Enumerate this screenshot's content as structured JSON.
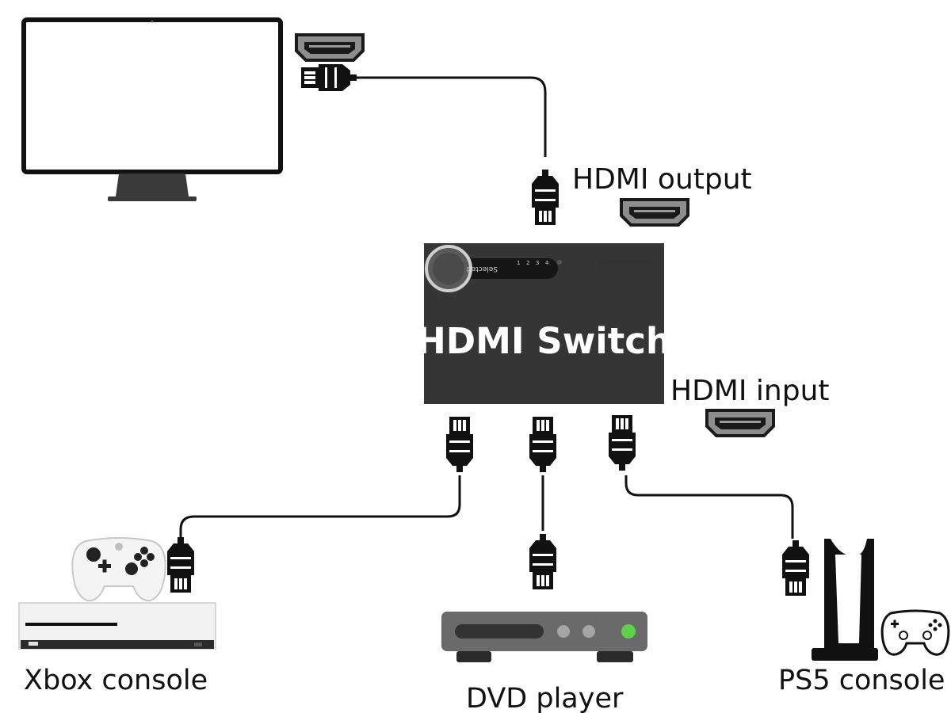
{
  "labels": {
    "hdmi_output": "HDMI output",
    "hdmi_input": "HDMI input",
    "switch_title": "HDMI Switch",
    "xbox": "Xbox console",
    "dvd": "DVD player",
    "ps5": "PS5 console"
  },
  "switch_panel": {
    "selected": "Selected",
    "ports": [
      "1",
      "2",
      "3",
      "4"
    ]
  },
  "colors": {
    "cable": "#111111",
    "switch_body": "#3b3b3b",
    "monitor_stand": "#3a3a3a",
    "dvd_body": "#6a6a6a",
    "dvd_led": "#5fd04a",
    "xbox_body": "#f2f2f2"
  },
  "icons": [
    "monitor-icon",
    "hdmi-port-icon",
    "hdmi-plug-icon",
    "xbox-controller-icon",
    "xbox-console-icon",
    "dvd-player-icon",
    "ps5-console-icon",
    "ps5-controller-icon"
  ]
}
